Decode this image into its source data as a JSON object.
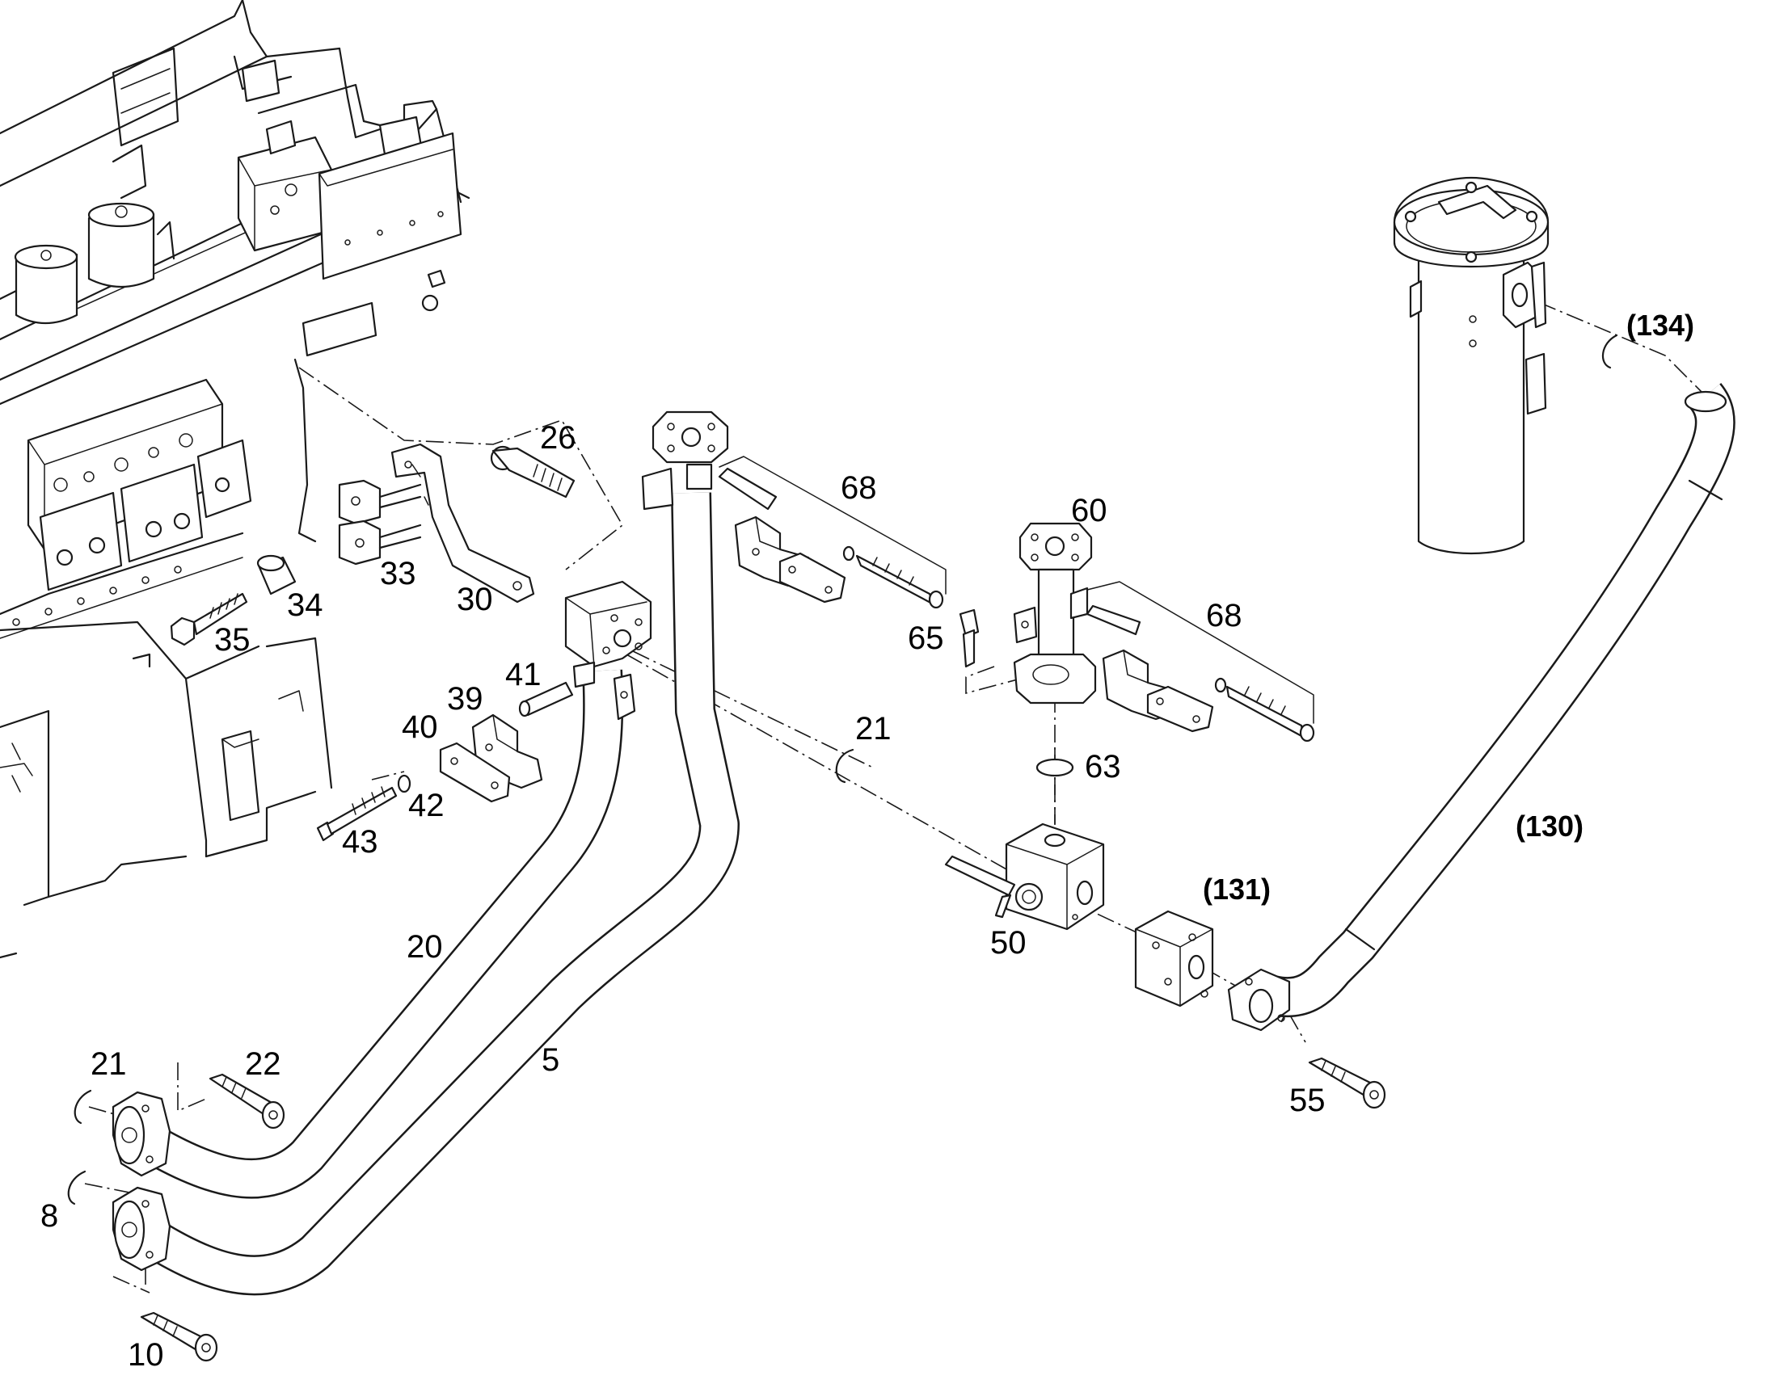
{
  "labels": {
    "l5": "5",
    "l8": "8",
    "l10": "10",
    "l20": "20",
    "l21a": "21",
    "l21b": "21",
    "l22": "22",
    "l26": "26",
    "l30": "30",
    "l33": "33",
    "l34": "34",
    "l35": "35",
    "l39": "39",
    "l40": "40",
    "l41": "41",
    "l42": "42",
    "l43": "43",
    "l50": "50",
    "l55": "55",
    "l60": "60",
    "l63": "63",
    "l65": "65",
    "l68a": "68",
    "l68b": "68",
    "l130": "(130)",
    "l131": "(131)",
    "l134": "(134)"
  }
}
